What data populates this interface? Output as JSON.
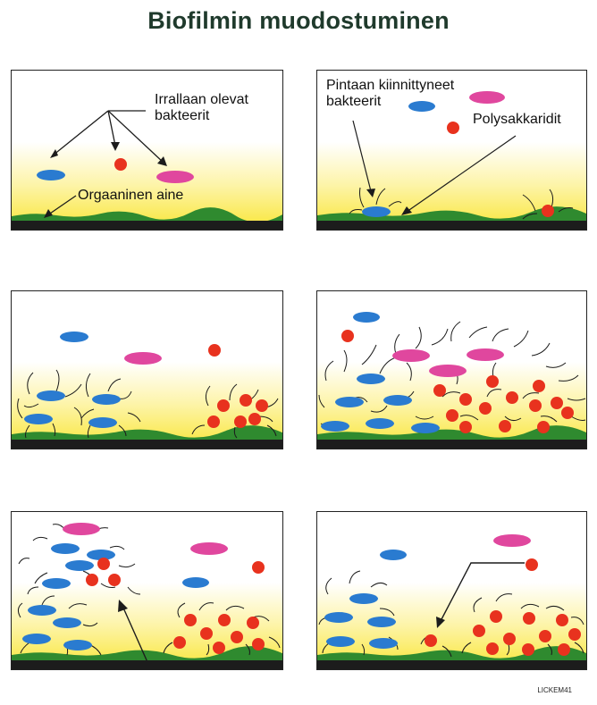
{
  "title": "Biofilmin muodostuminen",
  "colors": {
    "bacterium_blue": "#2a7bd0",
    "bacterium_pink": "#e0479e",
    "polysaccharide_red": "#e8321e",
    "organic_green": "#2f8a2f",
    "substrate": "#1c1c1c",
    "gradient_yellow": "#f9e638"
  },
  "panels": [
    {
      "id": 1,
      "labels": {
        "free_bacteria": "Irrallaan olevat\nbakteerit",
        "organic_matter": "Orgaaninen aine"
      }
    },
    {
      "id": 2,
      "labels": {
        "attached_bacteria": "Pintaan kiinnittyneet\nbakteerit",
        "polysaccharides": "Polysakkaridit"
      }
    },
    {
      "id": 3,
      "labels": {}
    },
    {
      "id": 4,
      "labels": {}
    },
    {
      "id": 5,
      "labels": {}
    },
    {
      "id": 6,
      "labels": {}
    }
  ],
  "footer_code": "LICKEM41"
}
